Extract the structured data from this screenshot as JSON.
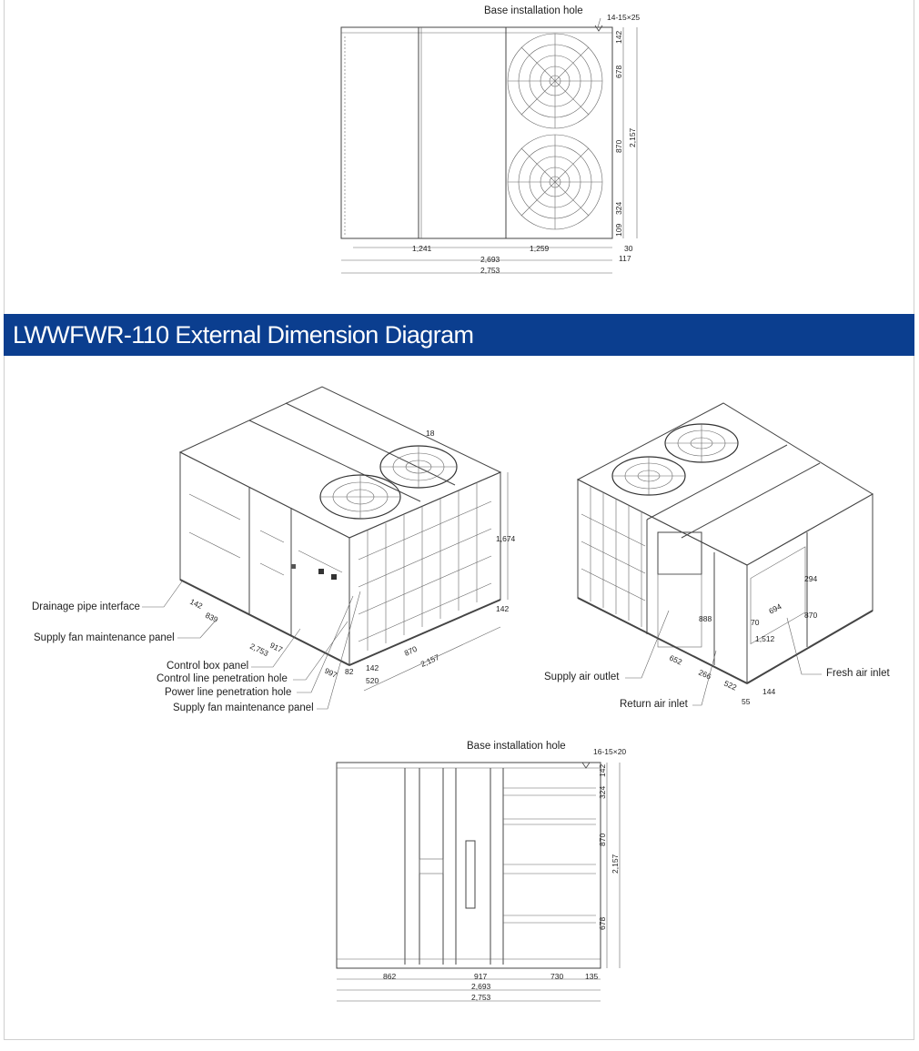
{
  "banner": {
    "title": "LWWFWR-110 External Dimension Diagram",
    "color": "#0b3e8f"
  },
  "top_plan": {
    "label_base_hole": "Base installation hole",
    "hole_spec": "14-15×25",
    "right_dims": [
      "142",
      "678",
      "870",
      "324",
      "109"
    ],
    "overall_height": "2,157",
    "bottom_dims": [
      "1,241",
      "1,259"
    ],
    "dim_2693": "2,693",
    "dim_2753": "2,753",
    "dim_30": "30",
    "dim_117": "117"
  },
  "iso_left": {
    "labels": {
      "drainage": "Drainage pipe interface",
      "supply_fan_1": "Supply fan maintenance panel",
      "control_box": "Control box panel",
      "control_line": "Control line penetration hole",
      "power_line": "Power line penetration hole",
      "supply_fan_2": "Supply fan maintenance panel"
    },
    "dims": {
      "d18": "18",
      "d1674": "1,674",
      "d142a": "142",
      "d839": "839",
      "d2753": "2,753",
      "d917": "917",
      "d997": "997",
      "d82": "82",
      "d142b": "142",
      "d520": "520",
      "d870": "870",
      "d2157": "2,157",
      "d142c": "142"
    }
  },
  "iso_right": {
    "labels": {
      "supply_outlet": "Supply air outlet",
      "return_inlet": "Return air inlet",
      "fresh_inlet": "Fresh air inlet"
    },
    "dims": {
      "d294": "294",
      "d694": "694",
      "d870": "870",
      "d70": "70",
      "d1512": "1,512",
      "d888": "888",
      "d652": "652",
      "d266": "266",
      "d522": "522",
      "d55": "55",
      "d144": "144"
    }
  },
  "bottom_plan": {
    "label_base_hole": "Base installation hole",
    "hole_spec": "16-15×20",
    "right_dims": [
      "142",
      "324",
      "870",
      "678"
    ],
    "overall_height": "2,157",
    "bottom_dims": [
      "862",
      "917",
      "730",
      "135"
    ],
    "dim_2693": "2,693",
    "dim_2753": "2,753"
  }
}
